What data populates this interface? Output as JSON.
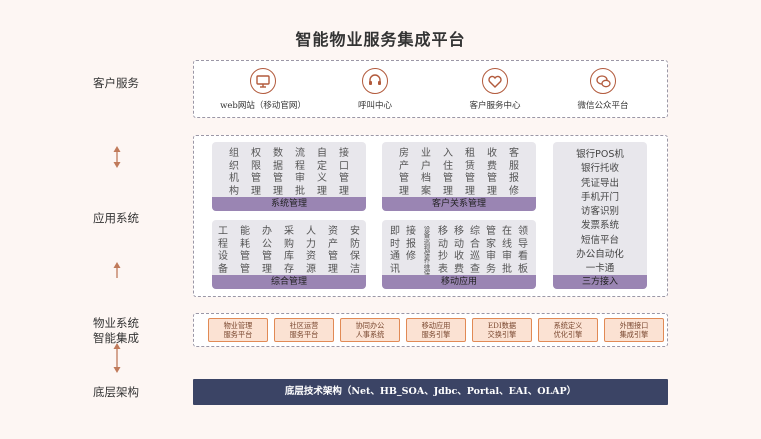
{
  "title": "智能物业服务集成平台",
  "rows": {
    "customer": "客户服务",
    "app": "应用系统",
    "integration_line1": "物业系统",
    "integration_line2": "智能集成",
    "base": "底层架构"
  },
  "customer_services": [
    {
      "label": "web网站（移动官网）",
      "icon": "monitor-icon",
      "glyph": "▭"
    },
    {
      "label": "呼叫中心",
      "icon": "headset-icon",
      "glyph": "☊"
    },
    {
      "label": "客户服务中心",
      "icon": "heart-icon",
      "glyph": "♡"
    },
    {
      "label": "微信公众平台",
      "icon": "wechat-icon",
      "glyph": "✉"
    }
  ],
  "panels": {
    "system": {
      "name": "系统管理",
      "columns": [
        [
          "组",
          "织",
          "机",
          "构"
        ],
        [
          "权",
          "限",
          "管",
          "理"
        ],
        [
          "数",
          "据",
          "管",
          "理"
        ],
        [
          "流",
          "程",
          "审",
          "批"
        ],
        [
          "自",
          "定",
          "义",
          "理"
        ],
        [
          "接",
          "口",
          "管",
          "理"
        ]
      ]
    },
    "customer_rel": {
      "name": "客户关系管理",
      "columns": [
        [
          "房",
          "产",
          "管",
          "理"
        ],
        [
          "业",
          "户",
          "档",
          "案"
        ],
        [
          "入",
          "住",
          "管",
          "理"
        ],
        [
          "租",
          "赁",
          "管",
          "理"
        ],
        [
          "收",
          "费",
          "管",
          "理"
        ],
        [
          "客",
          "服",
          "报",
          "修"
        ]
      ]
    },
    "integrated": {
      "name": "综合管理",
      "columns": [
        [
          "工",
          "程",
          "设",
          "备"
        ],
        [
          "能",
          "耗",
          "管",
          "管"
        ],
        [
          "办",
          "公",
          "管",
          "理"
        ],
        [
          "采",
          "购",
          "库",
          "存"
        ],
        [
          "人",
          "力",
          "资",
          "源"
        ],
        [
          "资",
          "产",
          "管",
          "理"
        ],
        [
          "安",
          "防",
          "保",
          "洁"
        ]
      ]
    },
    "mobile": {
      "name": "移动应用",
      "columns": [
        {
          "type": "normal",
          "chars": [
            "即",
            "时",
            "通",
            "讯"
          ]
        },
        {
          "type": "normal",
          "chars": [
            "接",
            "报",
            "修",
            ""
          ]
        },
        {
          "type": "small",
          "chars": [
            "设",
            "备",
            "巡",
            "视",
            "保",
            "养",
            "维",
            "保"
          ]
        },
        {
          "type": "normal",
          "chars": [
            "移",
            "动",
            "抄",
            "表"
          ]
        },
        {
          "type": "normal",
          "chars": [
            "移",
            "动",
            "收",
            "费"
          ]
        },
        {
          "type": "normal",
          "chars": [
            "综",
            "合",
            "巡",
            "查"
          ]
        },
        {
          "type": "normal",
          "chars": [
            "管",
            "家",
            "审",
            "务"
          ]
        },
        {
          "type": "normal",
          "chars": [
            "在",
            "线",
            "审",
            "批"
          ]
        },
        {
          "type": "normal",
          "chars": [
            "领",
            "导",
            "看",
            "板"
          ]
        }
      ]
    },
    "third_party": {
      "name": "三方接入",
      "items": [
        "银行POS机",
        "银行托收",
        "凭证导出",
        "手机开门",
        "访客识别",
        "发票系统",
        "短信平台",
        "办公自动化",
        "一卡通"
      ]
    }
  },
  "engines": [
    {
      "line1": "物业管理",
      "line2": "服务平台"
    },
    {
      "line1": "社区运营",
      "line2": "服务平台"
    },
    {
      "line1": "协同办公",
      "line2": "人事系统"
    },
    {
      "line1": "移动应用",
      "line2": "服务引擎"
    },
    {
      "line1": "EDI数据",
      "line2": "交换引擎"
    },
    {
      "line1": "系统定义",
      "line2": "优化引擎"
    },
    {
      "line1": "外围接口",
      "line2": "集成引擎"
    }
  ],
  "base_bar": "底层技术架构（Net、HB_SOA、Jdbc、Portal、EAI、OLAP）",
  "colors": {
    "accent": "#b25a3c",
    "panel_footer": "#9a85b3",
    "engine_fill": "#fbe2d3",
    "engine_border": "#e18a55",
    "base_bar": "#3b4465"
  }
}
